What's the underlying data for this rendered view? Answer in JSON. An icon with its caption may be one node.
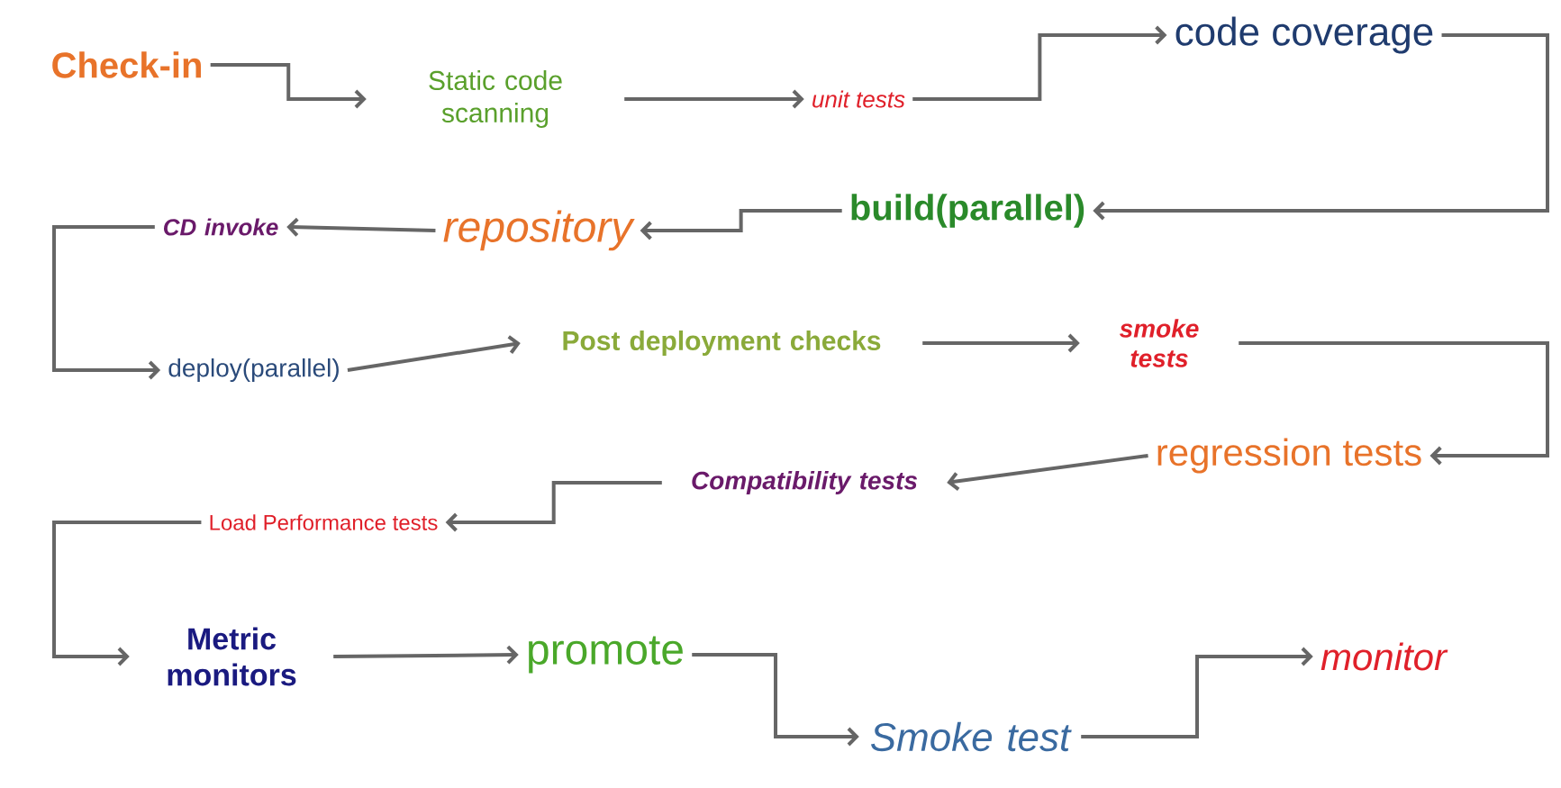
{
  "diagram": {
    "nodes": [
      {
        "text": [
          "Check-in"
        ]
      },
      {
        "text": [
          "Static code scanning"
        ]
      },
      {
        "text": [
          "unit tests"
        ]
      },
      {
        "text": [
          "code coverage"
        ]
      },
      {
        "text": [
          "build(parallel)"
        ]
      },
      {
        "text": [
          "repository"
        ]
      },
      {
        "text": [
          "CD invoke"
        ]
      },
      {
        "text": [
          "deploy(parallel)"
        ]
      },
      {
        "text": [
          "Post deployment checks"
        ]
      },
      {
        "text": [
          "smoke tests"
        ]
      },
      {
        "text": [
          "regression tests"
        ]
      },
      {
        "text": [
          "Compatibility tests"
        ]
      },
      {
        "text": [
          "Load Performance tests"
        ]
      },
      {
        "text": [
          "Metric monitors"
        ]
      },
      {
        "text": [
          "promote"
        ]
      },
      {
        "text": [
          "Smoke test"
        ]
      },
      {
        "text": [
          "monitor"
        ]
      }
    ],
    "edges": [
      {
        "from": 0,
        "to": 1,
        "arrow": "to"
      },
      {
        "from": 1,
        "to": 2,
        "arrow": "to"
      },
      {
        "from": 2,
        "to": 3,
        "arrow": "to"
      },
      {
        "from": 3,
        "to": 4,
        "arrow": "to"
      },
      {
        "from": 4,
        "to": 5,
        "arrow": "to"
      },
      {
        "from": 5,
        "to": 6,
        "arrow": "to"
      },
      {
        "from": 6,
        "to": 7,
        "arrow": "to"
      },
      {
        "from": 7,
        "to": 8,
        "arrow": "to"
      },
      {
        "from": 8,
        "to": 9,
        "arrow": "to"
      },
      {
        "from": 9,
        "to": 10,
        "arrow": "to"
      },
      {
        "from": 10,
        "to": 11,
        "arrow": "to"
      },
      {
        "from": 11,
        "to": 12,
        "arrow": "to"
      },
      {
        "from": 12,
        "to": 13,
        "arrow": "to"
      },
      {
        "from": 13,
        "to": 14,
        "arrow": "to"
      },
      {
        "from": 14,
        "to": 15,
        "arrow": "to"
      },
      {
        "from": 15,
        "to": 16,
        "arrow": "to"
      }
    ]
  }
}
